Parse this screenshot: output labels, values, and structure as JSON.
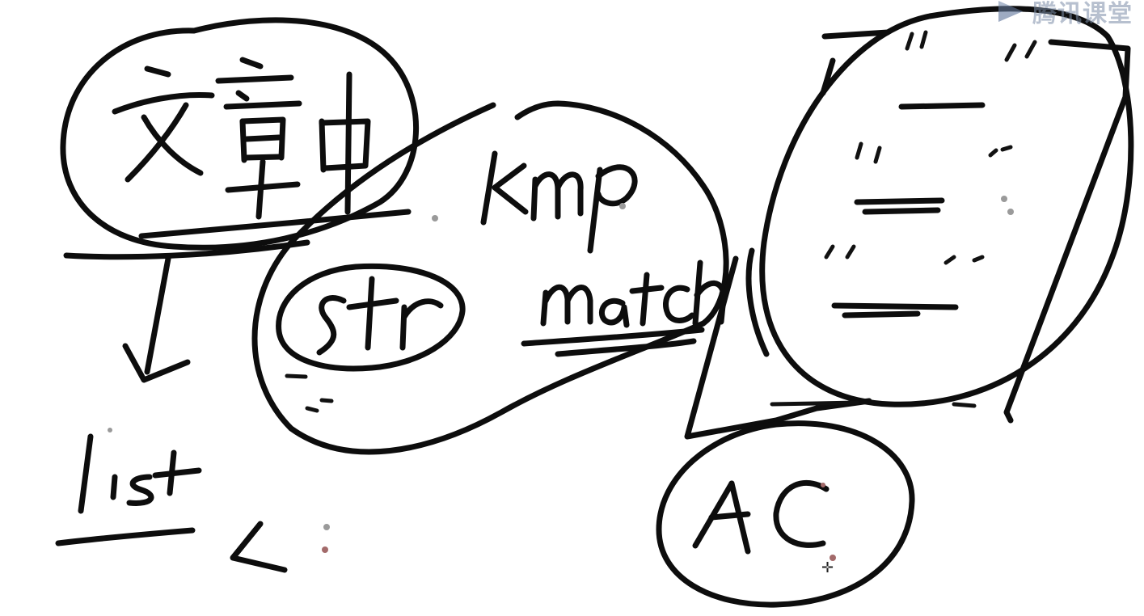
{
  "app": {
    "watermark_text": "腾讯课堂",
    "watermark_icon": "play-triangle-logo-icon"
  },
  "whiteboard": {
    "labels": {
      "article": "文章中",
      "kmp": "kmp",
      "str": "str",
      "match": "match",
      "list": "list",
      "ac": "AC"
    }
  },
  "colors": {
    "ink": "#0d0d0d",
    "background": "#ffffff",
    "watermark": "#7d8ea8"
  }
}
